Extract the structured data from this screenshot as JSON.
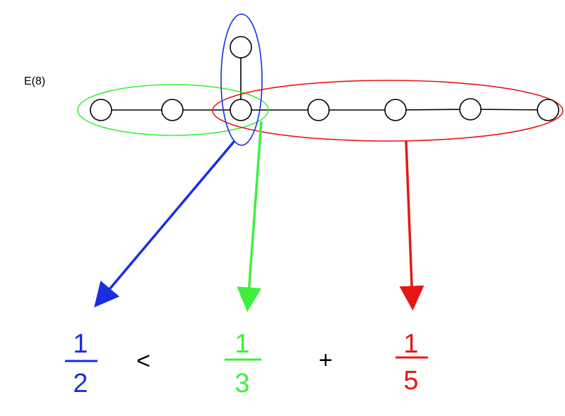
{
  "graph_label": "E(8)",
  "colors": {
    "blue": "#1a2ee0",
    "green": "#3ef03e",
    "red": "#e81616",
    "black": "#000000"
  },
  "nodes": [
    "n1",
    "n2",
    "n3",
    "n4",
    "n5",
    "n6",
    "n7",
    "n8"
  ],
  "groups": [
    {
      "id": "green",
      "color": "green",
      "nodes": [
        "n1",
        "n2",
        "n3"
      ]
    },
    {
      "id": "blue",
      "color": "blue",
      "nodes": [
        "n3",
        "n8"
      ]
    },
    {
      "id": "red",
      "color": "red",
      "nodes": [
        "n3",
        "n4",
        "n5",
        "n6",
        "n7"
      ]
    }
  ],
  "formula": {
    "blue": {
      "numerator": "1",
      "denominator": "2"
    },
    "op1": "<",
    "green": {
      "numerator": "1",
      "denominator": "3"
    },
    "op2": "+",
    "red": {
      "numerator": "1",
      "denominator": "5"
    }
  }
}
